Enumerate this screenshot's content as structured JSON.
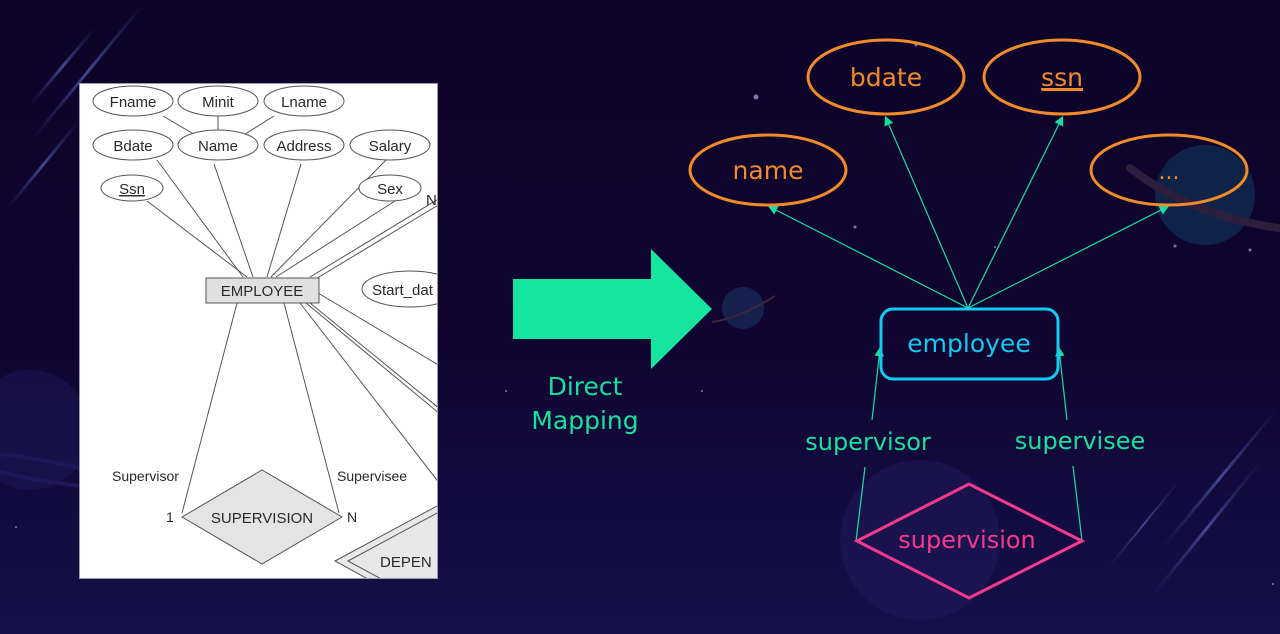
{
  "colors": {
    "background_top": "#0d0429",
    "background_bottom": "#15104a",
    "attribute_orange": "#f08a2a",
    "entity_cyan": "#14c9ef",
    "relationship_pink": "#f43a8c",
    "arrow_green": "#16e0a0"
  },
  "source_diagram": {
    "attributes": {
      "fname": "Fname",
      "minit": "Minit",
      "lname": "Lname",
      "bdate": "Bdate",
      "name": "Name",
      "address": "Address",
      "salary": "Salary",
      "ssn": "Ssn",
      "sex": "Sex",
      "start_date": "Start_dat"
    },
    "entity": "EMPLOYEE",
    "relationship": "SUPERVISION",
    "relationship2": "DEPEN",
    "role_left": "Supervisor",
    "role_right": "Supervisee",
    "cardinality_left": "1",
    "cardinality_right": "N",
    "cardinality_top_right": "N"
  },
  "transition": {
    "caption_line1": "Direct",
    "caption_line2": "Mapping",
    "arrow_icon": "right-arrow-icon"
  },
  "target_diagram": {
    "attributes": {
      "name": "name",
      "bdate": "bdate",
      "ssn": "ssn",
      "more": "..."
    },
    "entity": "employee",
    "relationship": "supervision",
    "role_left": "supervisor",
    "role_right": "supervisee"
  }
}
